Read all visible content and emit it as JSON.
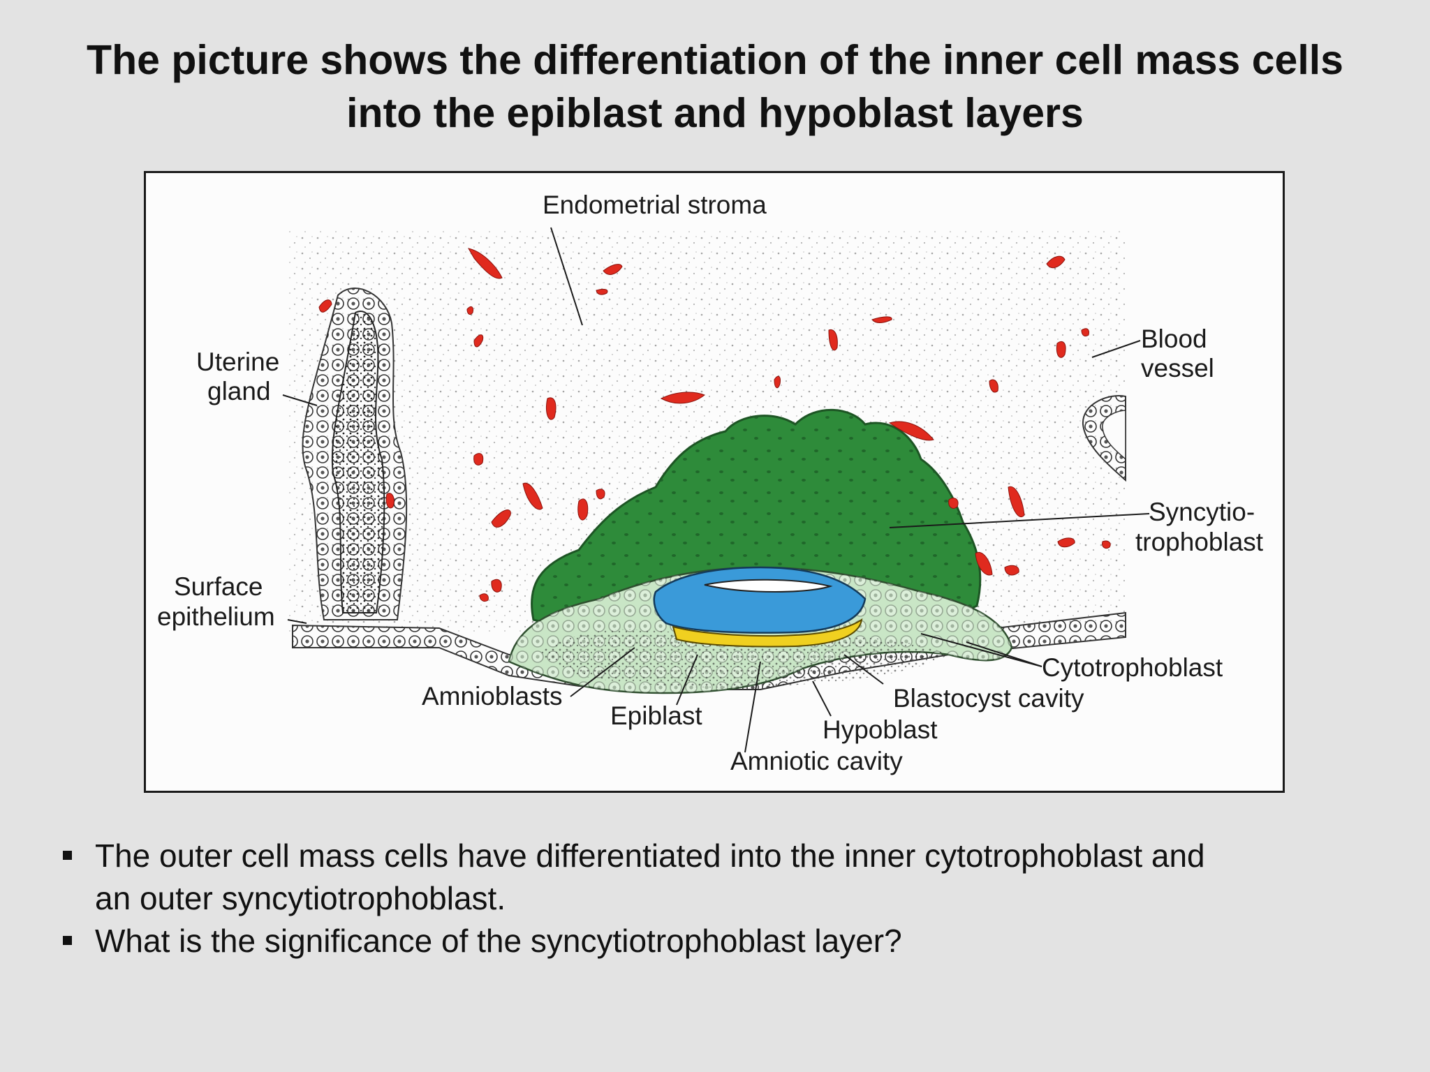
{
  "title": {
    "line1": "The picture shows the differentiation of the inner cell mass cells",
    "line2": "into the epiblast and hypoblast layers"
  },
  "figure": {
    "labels": {
      "endometrial_stroma": "Endometrial stroma",
      "uterine": "Uterine",
      "gland": "gland",
      "surface": "Surface",
      "epithelium": "epithelium",
      "blood": "Blood",
      "vessel": "vessel",
      "syncytio": "Syncytio-",
      "trophoblast": "trophoblast",
      "cytotrophoblast": "Cytotrophoblast",
      "blastocyst_cavity": "Blastocyst cavity",
      "amnioblasts": "Amnioblasts",
      "epiblast": "Epiblast",
      "hypoblast": "Hypoblast",
      "amniotic_cavity": "Amniotic cavity"
    },
    "colors": {
      "syncytiotrophoblast": "#2e8b3a",
      "cytotrophoblast": "#c9e6c6",
      "epiblast": "#3a9ad9",
      "hypoblast": "#f0d020",
      "blood_vessel": "#e02a1e"
    }
  },
  "bullets": [
    {
      "line1": "The outer cell mass cells have differentiated into the inner cytotrophoblast and",
      "line2": "an outer syncytiotrophoblast."
    },
    {
      "line1": "What is the significance of the syncytiotrophoblast layer?"
    }
  ]
}
